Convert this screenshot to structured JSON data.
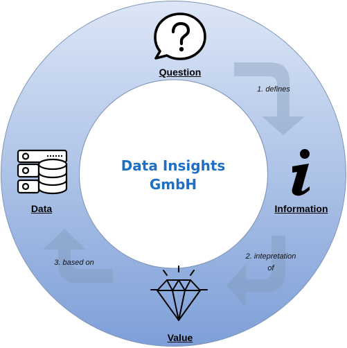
{
  "center": {
    "title_line1": "Data Insights",
    "title_line2": "GmbH"
  },
  "nodes": {
    "question": {
      "label": "Question",
      "icon": "question-bubble-icon"
    },
    "information": {
      "label": "Information",
      "icon": "info-icon"
    },
    "value": {
      "label": "Value",
      "icon": "diamond-icon"
    },
    "data": {
      "label": "Data",
      "icon": "database-server-icon"
    }
  },
  "connectors": {
    "defines": "1. defines",
    "interpretation_line1": "2. intepretation",
    "interpretation_line2": "of",
    "based_on": "3. based on"
  },
  "colors": {
    "ring_light": "#dce6f6",
    "ring_dark": "#7e9fd8",
    "ring_stroke": "#7f95b8",
    "title": "#1f6fc5",
    "arrow": "#7f95b5"
  }
}
